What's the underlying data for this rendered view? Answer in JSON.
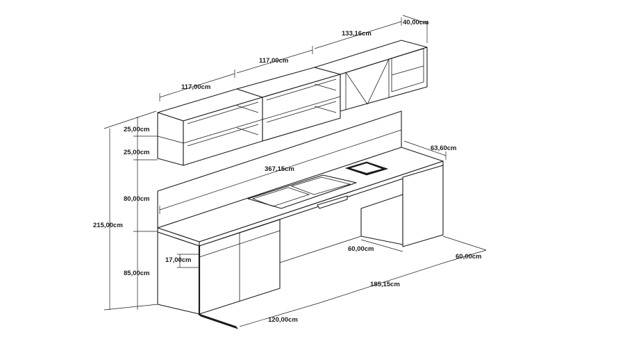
{
  "dimensions": {
    "upper_depth": "40,00cm",
    "upper_right_width": "133,16cm",
    "upper_middle_width": "117,00cm",
    "upper_left_width": "117,00cm",
    "upper_top_shelf_height": "25,00cm",
    "upper_bottom_shelf_height": "25,00cm",
    "countertop_depth": "63,60cm",
    "countertop_length": "367,15cm",
    "backsplash_height": "80,00cm",
    "total_height": "215,00cm",
    "base_height": "85,00cm",
    "countertop_overhang": "17,00cm",
    "opening_width": "60,00cm",
    "right_cabinet_depth": "60,00cm",
    "base_run_length": "185,15cm",
    "left_cabinet_width": "120,00cm"
  }
}
